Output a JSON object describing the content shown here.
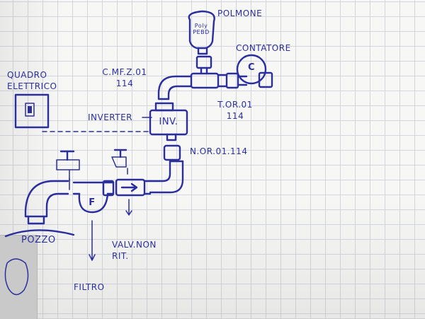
{
  "labels": {
    "polmone": "POLMONE",
    "tank_text": "Poly\nPEBD",
    "contatore": "CONTATORE",
    "contatore_symbol": "C",
    "quadro": "QUADRO\nELETTRICO",
    "cmf_code": "C.MF.Z.01\n114",
    "tor_code": "T.OR.01\n114",
    "inverter": "INVERTER",
    "inv": "INV.",
    "nipple_code": "N.OR.01.114",
    "filter_symbol": "F",
    "pozzo": "POZZO",
    "valv": "VALV.NON\nRIT.",
    "filtro": "FILTRO"
  },
  "colors": {
    "ink": "#2b2f9e",
    "paper": "#f7f7f5",
    "grid": "#d3d6df"
  }
}
